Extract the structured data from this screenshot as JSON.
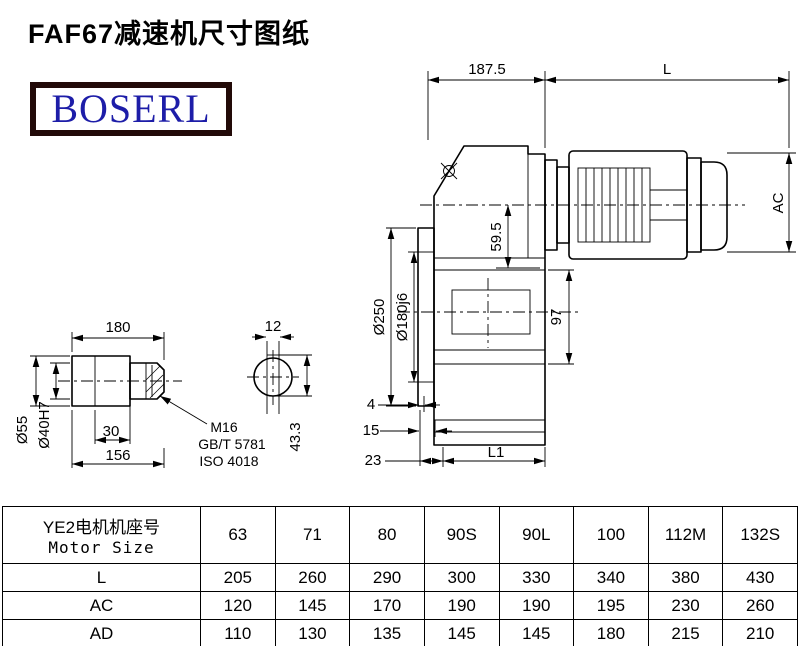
{
  "title": "FAF67减速机尺寸图纸",
  "logo": {
    "text": "BOSERL",
    "text_color": "#1d1da8",
    "border_color": "#220a08"
  },
  "dim": {
    "a187": "187.5",
    "L": "L",
    "AC": "AC",
    "flange_od": "Ø250",
    "spigot_od": "Ø180j6",
    "h59": "59.5",
    "h97": "97",
    "o4": "4",
    "o15": "15",
    "o23": "23",
    "L1": "L1",
    "shaft_len": "180",
    "key_w": "12",
    "shaft_od": "Ø55",
    "bore": "Ø40H7",
    "len30": "30",
    "len156": "156",
    "thread": "M16",
    "std_gb": "GB/T 5781",
    "std_iso": "ISO 4018",
    "key_depth": "43.3"
  },
  "table": {
    "header": {
      "line1": "YE2电机机座号",
      "line2": "Motor Size"
    },
    "sizes": [
      "63",
      "71",
      "80",
      "90S",
      "90L",
      "100",
      "112M",
      "132S"
    ],
    "rows": [
      {
        "label": "L",
        "values": [
          "205",
          "260",
          "290",
          "300",
          "330",
          "340",
          "380",
          "430"
        ]
      },
      {
        "label": "AC",
        "values": [
          "120",
          "145",
          "170",
          "190",
          "190",
          "195",
          "230",
          "260"
        ]
      },
      {
        "label": "AD",
        "values": [
          "110",
          "130",
          "135",
          "145",
          "145",
          "180",
          "215",
          "210"
        ]
      }
    ]
  }
}
